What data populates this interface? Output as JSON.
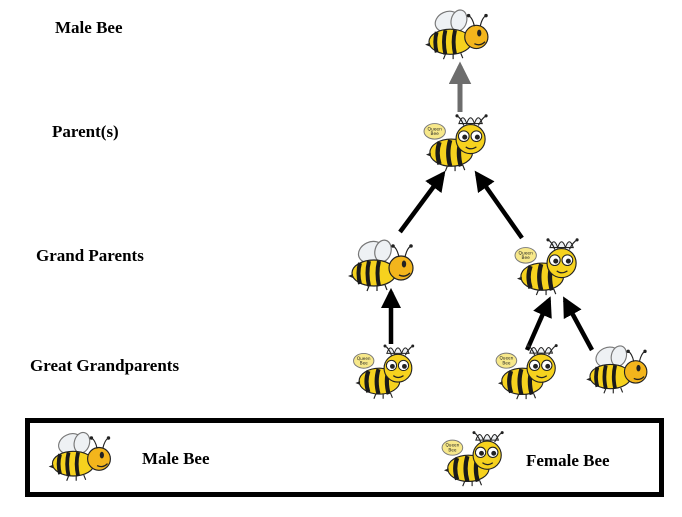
{
  "levels": {
    "male_bee": "Male Bee",
    "parents": "Parent(s)",
    "grand_parents": "Grand Parents",
    "great_grandparents": "Great Grandparents"
  },
  "legend": {
    "male": "Male Bee",
    "female": "Female Bee"
  },
  "colors": {
    "body_yellow": "#f6d21e",
    "stripe_black": "#1a1a1a",
    "head_orange": "#f3b51c",
    "wing": "#eef1f4",
    "arrow_black": "#000000",
    "arrow_gray": "#6d6d6d"
  },
  "icons": [
    "male-bee-icon",
    "female-bee-icon"
  ]
}
